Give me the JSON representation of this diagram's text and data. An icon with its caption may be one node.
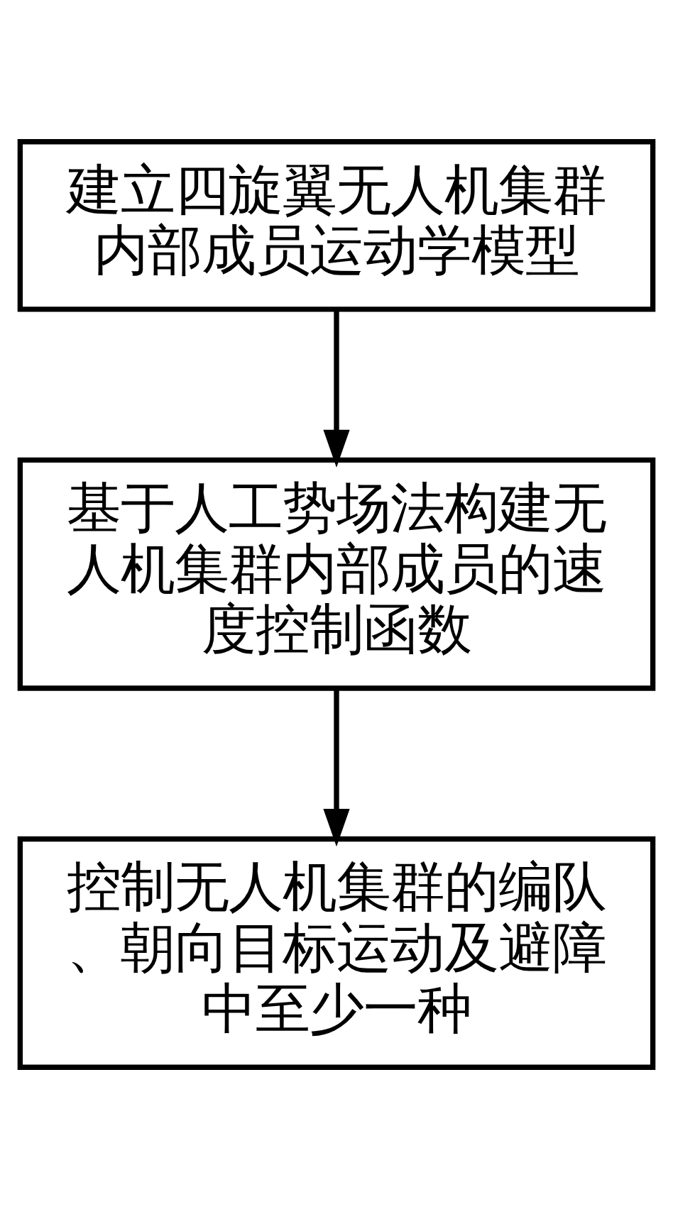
{
  "diagram": {
    "nodes": [
      {
        "text": [
          "建立四旋翼无人机集群内部成员运动学模型"
        ]
      },
      {
        "text": [
          "基于人工势场法构建无人机集群内部成员的速度控制函数"
        ]
      },
      {
        "text": [
          "控制无人机集群的编队、朝向目标运动及避障中至少一种"
        ]
      }
    ],
    "edges": [
      {
        "from": 0,
        "to": 1,
        "arrow": "to"
      },
      {
        "from": 1,
        "to": 2,
        "arrow": "to"
      }
    ]
  }
}
